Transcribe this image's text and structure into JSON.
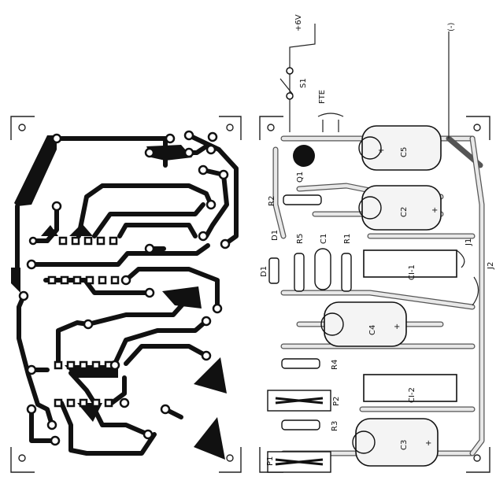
{
  "labels": {
    "supply": "+6V",
    "switch": "S1",
    "source": "FTE",
    "ground": "(-)",
    "q1": "Q1",
    "r2": "R2",
    "d1a": "D1",
    "d1b": "D1",
    "r5": "R5",
    "c1": "C1",
    "r1": "R1",
    "c5": "C5",
    "c2": "C2",
    "j1": "J1",
    "j2": "J2",
    "ci1": "CI-1",
    "c4": "C4",
    "r4": "R4",
    "ci2": "CI-2",
    "p2": "P2",
    "r3": "R3",
    "p1": "P1",
    "c3": "C3",
    "plus_c5": "+",
    "plus_c2": "+",
    "plus_c4": "+",
    "plus_c3": "+"
  }
}
